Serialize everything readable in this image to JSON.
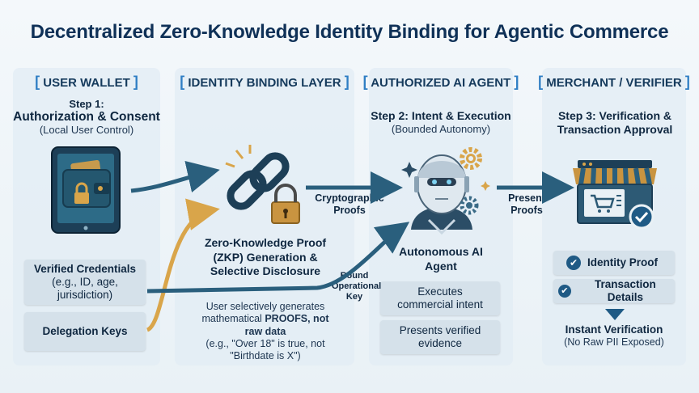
{
  "title": "Decentralized Zero-Knowledge Identity Binding for Agentic Commerce",
  "columns": {
    "wallet": {
      "header": "USER WALLET",
      "step_title": "Step 1:",
      "step_subtitle": "Authorization & Consent",
      "step_note": "(Local User Control)",
      "credentials_title": "Verified Credentials",
      "credentials_note": "(e.g., ID, age, jurisdiction)",
      "delegation": "Delegation Keys"
    },
    "binding": {
      "header": "IDENTITY BINDING LAYER",
      "zkp_title": "Zero-Knowledge Proof (ZKP) Generation & Selective Disclosure",
      "desc_line1": "User selectively generates mathematical",
      "desc_bold": "PROOFS, not raw data",
      "desc_line3": "(e.g., \"Over 18\" is true, not \"Birthdate is X\")"
    },
    "agent": {
      "header": "AUTHORIZED AI AGENT",
      "step_title": "Step 2: Intent & Execution",
      "step_note": "(Bounded Autonomy)",
      "agent_label": "Autonomous AI Agent",
      "box1": "Executes commercial intent",
      "box2": "Presents verified evidence"
    },
    "merchant": {
      "header": "MERCHANT / VERIFIER",
      "step_title": "Step 3: Verification & Transaction Approval",
      "check1": "Identity Proof",
      "check2": "Transaction Details",
      "final_title": "Instant Verification",
      "final_note": "(No Raw PII Exposed)"
    }
  },
  "arrows": {
    "crypto": "Cryptographic Proofs",
    "bound": "Bound Operational Key",
    "present": "Present Proofs"
  },
  "colors": {
    "accent": "#2f7ec4",
    "arrow": "#2a5f7d",
    "gold": "#d9a54a",
    "navy": "#0f3157",
    "panel": "#d5e1ea"
  },
  "icons": {
    "wallet": "tablet-wallet-icon",
    "binding": "chain-lock-icon",
    "agent": "robot-icon",
    "merchant": "store-check-icon"
  }
}
